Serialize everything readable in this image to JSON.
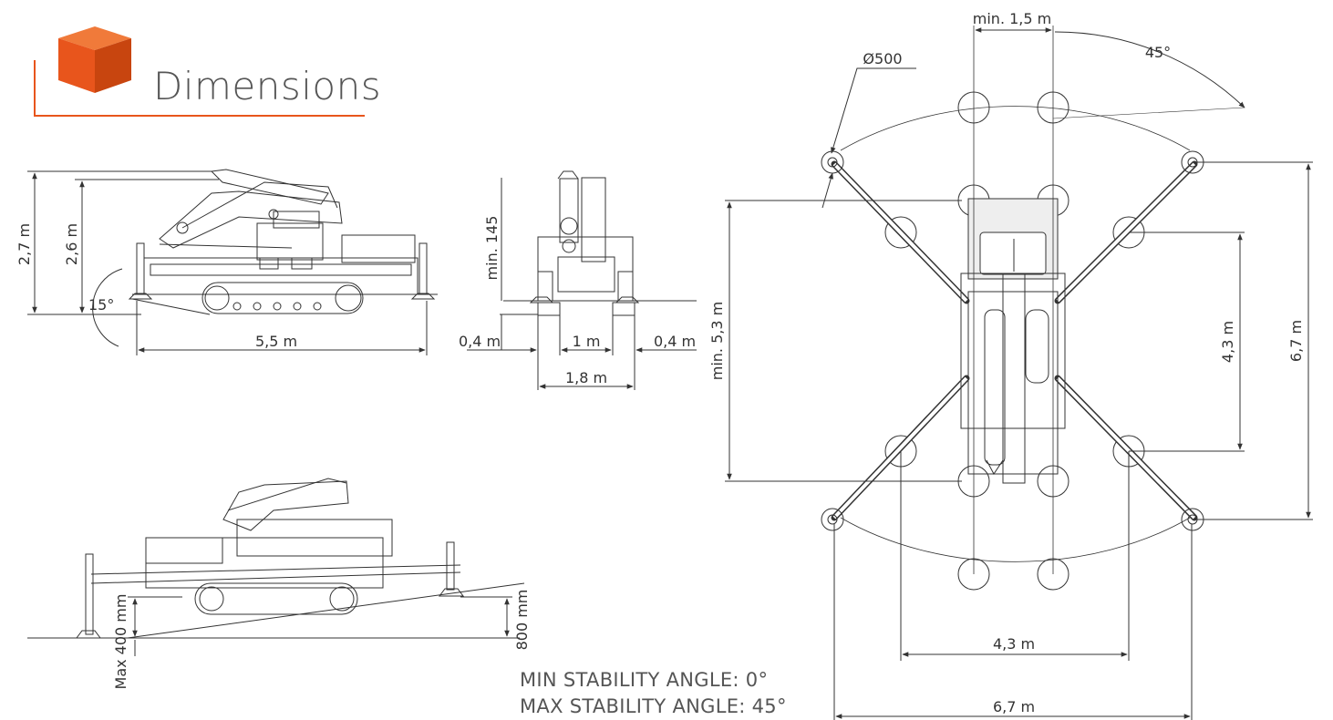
{
  "header": {
    "title": "Dimensions",
    "accent_color": "#e8551c"
  },
  "side_view": {
    "height_1": "2,7 m",
    "height_2": "2,6 m",
    "angle": "15°",
    "length": "5,5 m"
  },
  "front_view": {
    "clearance": "min. 145",
    "left_offset": "0,4 m",
    "track_width": "1 m",
    "right_offset": "0,4 m",
    "total_width": "1,8 m"
  },
  "slope_view": {
    "max_leveling": "Max 400 mm",
    "slope_height": "800 mm"
  },
  "top_view": {
    "min_gap": "min. 1,5 m",
    "angle": "45°",
    "pad_diameter": "Ø500",
    "min_length": "min. 5,3 m",
    "inner_length": "4,3 m",
    "outer_length": "6,7 m",
    "inner_width": "4,3 m",
    "outer_width": "6,7 m"
  },
  "notes": {
    "min_angle": "MIN STABILITY ANGLE: 0°",
    "max_angle": "MAX STABILITY ANGLE: 45°"
  }
}
